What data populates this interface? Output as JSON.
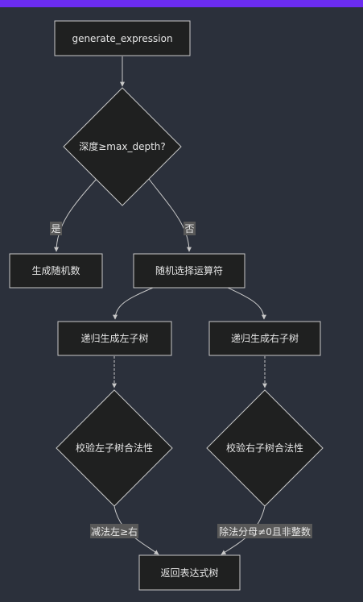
{
  "colors": {
    "accent_bar": "#6b2cf0",
    "background": "#2b303b",
    "node_fill": "#1f2020",
    "node_border": "#c8c8c8",
    "edge": "#c8c8c8",
    "edge_label_bg": "#585858",
    "text": "#e6e6e6"
  },
  "nodes": {
    "generate": "generate_expression",
    "depth_check": "深度≥max_depth?",
    "leaf": "生成随机数",
    "choose_op": "随机选择运算符",
    "gen_left": "递归生成左子树",
    "gen_right": "递归生成右子树",
    "check_left": "校验左子树合法性",
    "check_right": "校验右子树合法性",
    "return_tree": "返回表达式树"
  },
  "edge_labels": {
    "yes": "是",
    "no": "否",
    "left_cond": "减法左≥右",
    "right_cond": "除法分母≠0且非整数"
  }
}
